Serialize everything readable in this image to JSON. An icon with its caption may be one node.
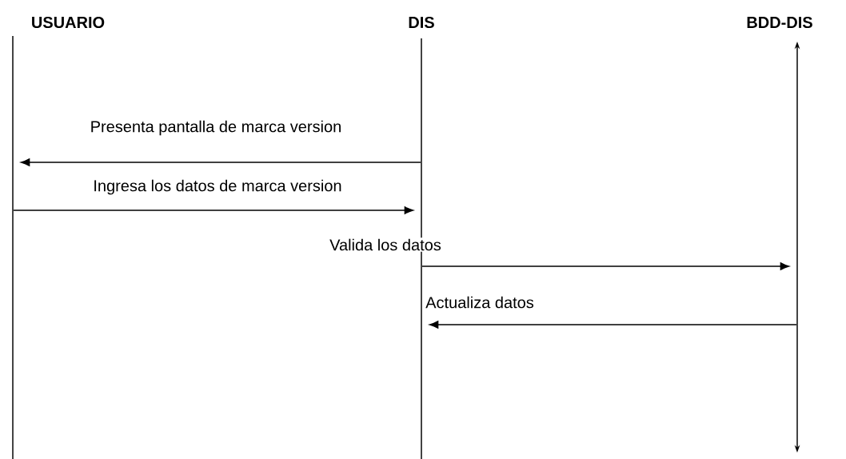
{
  "diagram": {
    "nodes": [
      {
        "text": [],
        "shape": "line",
        "beside": [
          "USUARIO"
        ]
      },
      {
        "text": [],
        "shape": "line",
        "beside": [
          "DIS"
        ]
      },
      {
        "text": [],
        "shape": "line",
        "beside": [
          "BDD-DIS"
        ]
      }
    ],
    "edges": [
      {
        "from": 1,
        "to": 0,
        "arrow": "to",
        "label": "Presenta pantalla de marca version"
      },
      {
        "from": 0,
        "to": 1,
        "arrow": "to",
        "label": "Ingresa los datos de marca version"
      },
      {
        "from": 1,
        "to": 2,
        "arrow": "to",
        "label": "Valida los datos"
      },
      {
        "from": 2,
        "to": 1,
        "arrow": "to",
        "label": "Actualiza datos"
      }
    ]
  }
}
